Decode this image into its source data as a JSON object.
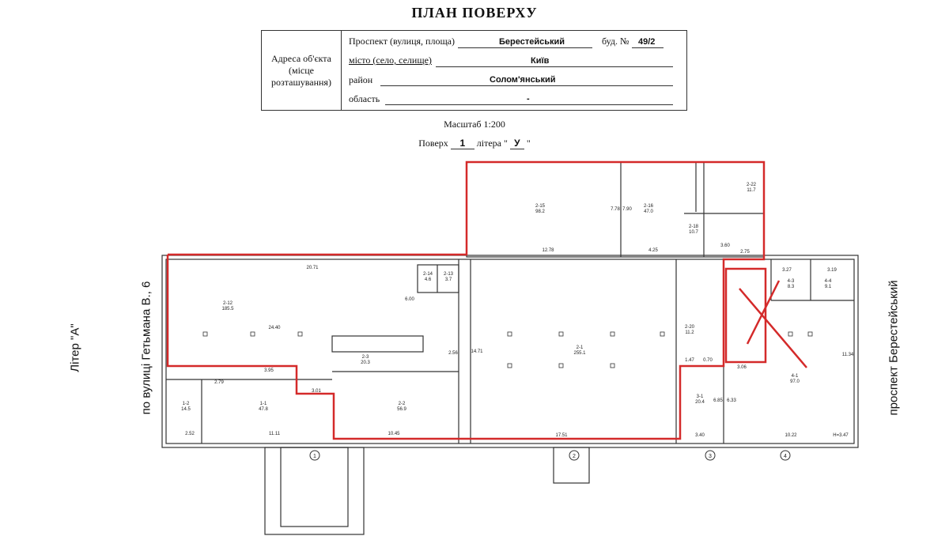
{
  "title": "ПЛАН ПОВЕРХУ",
  "address": {
    "label": "Адреса об'єкта (місце розташування)",
    "street_label": "Проспект (вулиця, площа)",
    "street_value": "Берестейський",
    "building_label": "буд. №",
    "building_value": "49/2",
    "city_label": "місто (село, селище)",
    "city_value": "Київ",
    "district_label": "район",
    "district_value": "Солом'янський",
    "region_label": "область",
    "region_value": "-"
  },
  "scale": "Масштаб 1:200",
  "floor": {
    "label": "Поверх",
    "value": "1",
    "letter_label": "літера \"",
    "letter_value": "У",
    "letter_close": "\""
  },
  "side_left_1": "Літер \"А\"",
  "side_left_2": "по вулиці Гетьмана В., 6",
  "side_right": "проспект Берестейський",
  "rooms": [
    {
      "id": "2-12",
      "area": "185.5"
    },
    {
      "id": "2-1",
      "area": "255.1"
    },
    {
      "id": "2-15",
      "area": "98.2"
    },
    {
      "id": "2-16",
      "area": "47.0"
    },
    {
      "id": "2-2",
      "area": "56.9"
    },
    {
      "id": "1-1",
      "area": "47.8"
    },
    {
      "id": "1-2",
      "area": "14.5"
    },
    {
      "id": "4-1",
      "area": "97.0"
    },
    {
      "id": "3-1",
      "area": "20.4"
    },
    {
      "id": "2-20",
      "area": "11.2"
    },
    {
      "id": "2-18",
      "area": "10.7"
    },
    {
      "id": "2-22",
      "area": "11.7"
    },
    {
      "id": "2-14",
      "area": "4.6"
    },
    {
      "id": "2-13",
      "area": "3.7"
    },
    {
      "id": "2-3",
      "area": "20.3"
    },
    {
      "id": "4-3",
      "area": "8.3"
    },
    {
      "id": "4-4",
      "area": "9.1"
    }
  ],
  "axes": [
    "1",
    "2",
    "3",
    "4"
  ],
  "dims": [
    "20.71",
    "12.78",
    "4.25",
    "24.40",
    "6.00",
    "14.71",
    "17.51",
    "10.45",
    "11.11",
    "2.52",
    "3.01",
    "3.95",
    "2.79",
    "3.40",
    "10.22",
    "11.34",
    "7.78",
    "7.90",
    "3.60",
    "3.27",
    "3.19",
    "6.85",
    "6.33",
    "1.47",
    "0.70",
    "2.75",
    "3.06",
    "2.56",
    "H=3.47"
  ]
}
